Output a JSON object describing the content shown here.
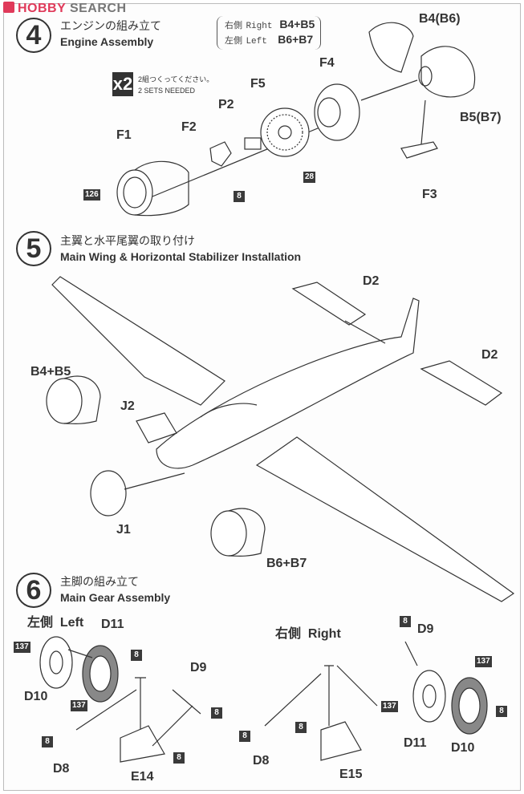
{
  "watermark": {
    "brand_a": "HOBBY",
    "brand_b": "SEARCH"
  },
  "step4": {
    "number": "4",
    "title_jp": "エンジンの組み立て",
    "title_en": "Engine Assembly",
    "variants": [
      {
        "side_jp": "右側",
        "side_en": "Right",
        "parts": "B4+B5"
      },
      {
        "side_jp": "左側",
        "side_en": "Left",
        "parts": "B6+B7"
      }
    ],
    "multiplier": "x2",
    "multiplier_jp": "2組つくってください。",
    "multiplier_en": "2 SETS NEEDED",
    "labels": {
      "f1": "F1",
      "f2": "F2",
      "p2": "P2",
      "f5": "F5",
      "f4": "F4",
      "b4b6": "B4(B6)",
      "b5b7": "B5(B7)",
      "f3": "F3"
    },
    "badges": {
      "b126": "126",
      "b8": "8",
      "b28": "28"
    }
  },
  "step5": {
    "number": "5",
    "title_jp": "主翼と水平尾翼の取り付け",
    "title_en": "Main Wing & Horizontal Stabilizer Installation",
    "labels": {
      "d2a": "D2",
      "d2b": "D2",
      "b4b5": "B4+B5",
      "j2": "J2",
      "j1": "J1",
      "b6b7": "B6+B7"
    }
  },
  "step6": {
    "number": "6",
    "title_jp": "主脚の組み立て",
    "title_en": "Main Gear Assembly",
    "left": {
      "side_jp": "左側",
      "side_en": "Left",
      "d11": "D11",
      "d10": "D10",
      "d9": "D9",
      "d8": "D8",
      "e14": "E14",
      "b137a": "137",
      "b137b": "137",
      "b8a": "8",
      "b8b": "8",
      "b8c": "8",
      "b8d": "8"
    },
    "right": {
      "side_jp": "右側",
      "side_en": "Right",
      "d9": "D9",
      "d8": "D8",
      "d11": "D11",
      "d10": "D10",
      "e15": "E15",
      "b137a": "137",
      "b137b": "137",
      "b8a": "8",
      "b8b": "8",
      "b8c": "8",
      "b8d": "8"
    }
  }
}
